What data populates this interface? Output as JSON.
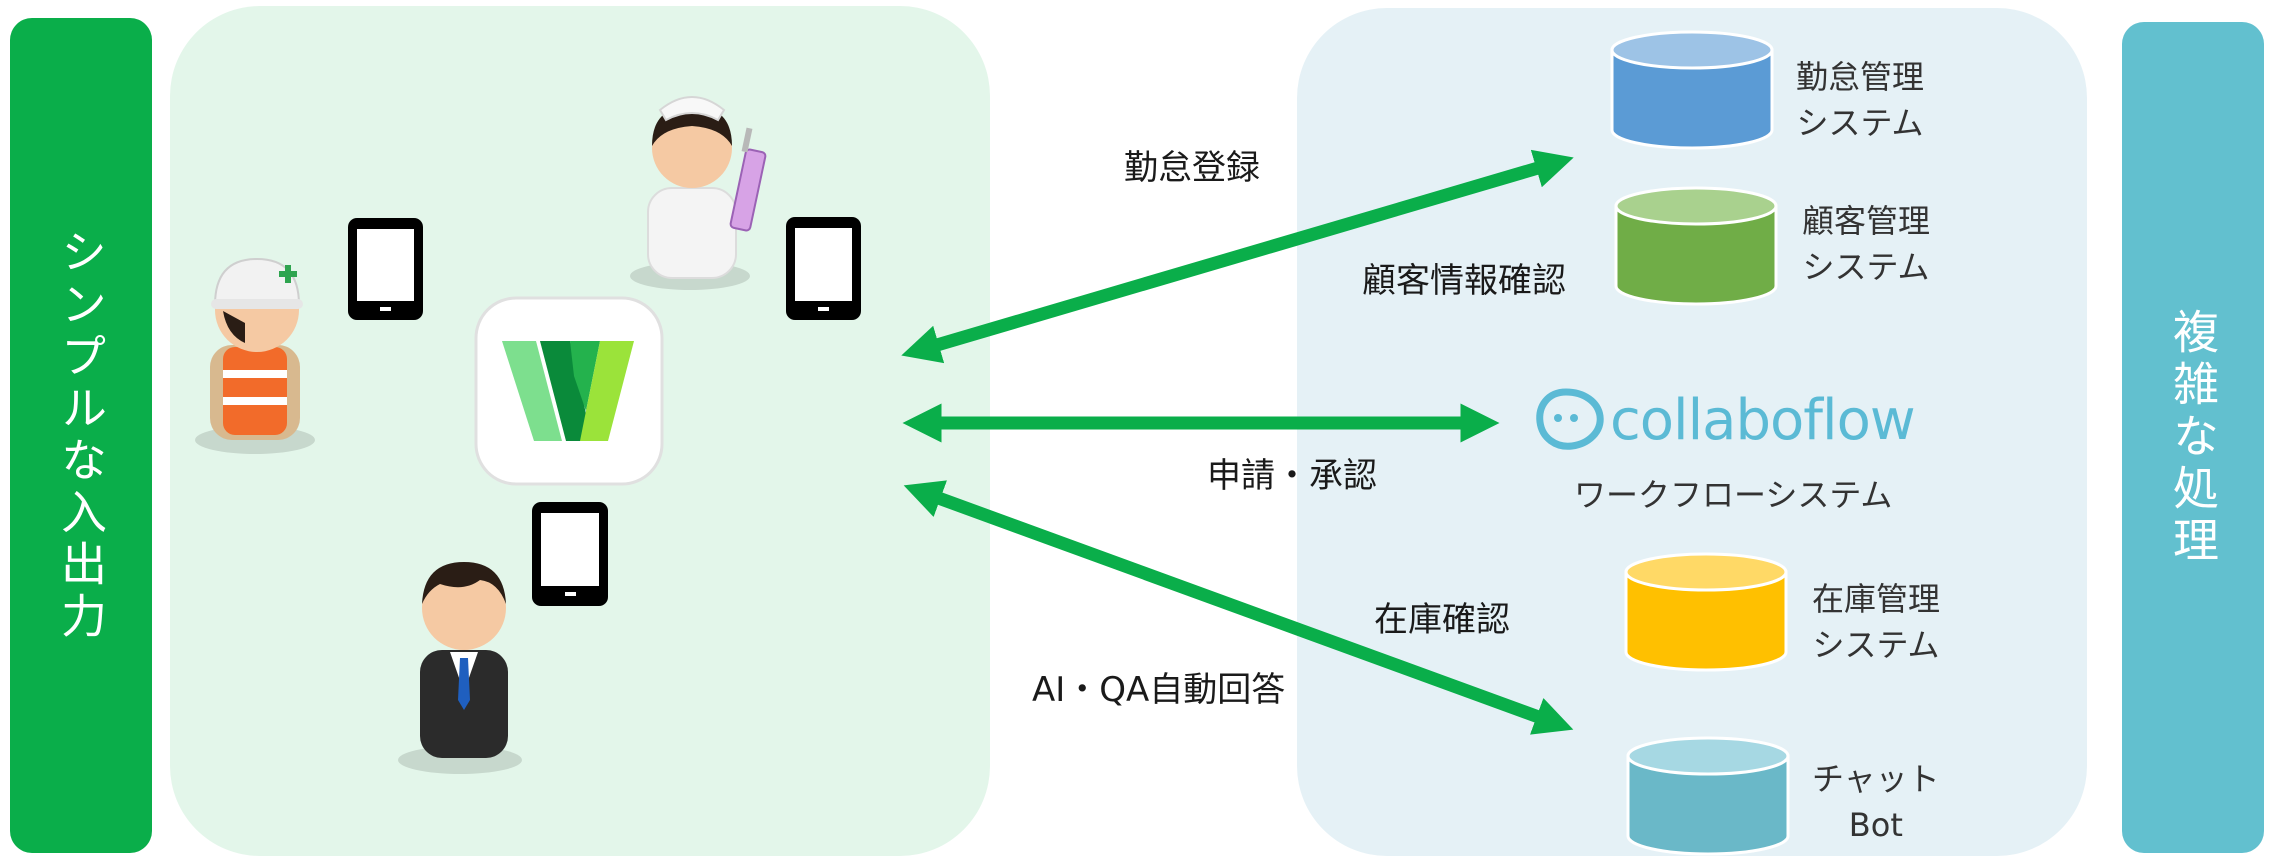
{
  "left_bar": {
    "text": "シンプルな入出力",
    "color": "#0aae4a"
  },
  "right_bar": {
    "text": "複雑な処理",
    "color": "#62c0cf"
  },
  "left_panel": {
    "color": "#e3f6ea"
  },
  "right_panel": {
    "color": "#e5f1f6"
  },
  "app_icon": {
    "name": "w-app-icon"
  },
  "arrows": {
    "color": "#0aae4a",
    "labels": {
      "attendance": "勤怠登録",
      "customer": "顧客情報確認",
      "approval": "申請・承認",
      "inventory": "在庫確認",
      "ai": "AI・QA自動回答"
    }
  },
  "systems": {
    "attendance": {
      "line1": "勤怠管理",
      "line2": "システム",
      "color": "#5b9bd5"
    },
    "customer": {
      "line1": "顧客管理",
      "line2": "システム",
      "color": "#70ad47"
    },
    "workflow": {
      "logo": "collaboflow",
      "caption": "ワークフローシステム",
      "color": "#5bbad5"
    },
    "inventory": {
      "line1": "在庫管理",
      "line2": "システム",
      "color": "#ffc000"
    },
    "chatbot": {
      "line1": "チャット",
      "line2": "Bot",
      "color": "#6ab8c8"
    }
  }
}
